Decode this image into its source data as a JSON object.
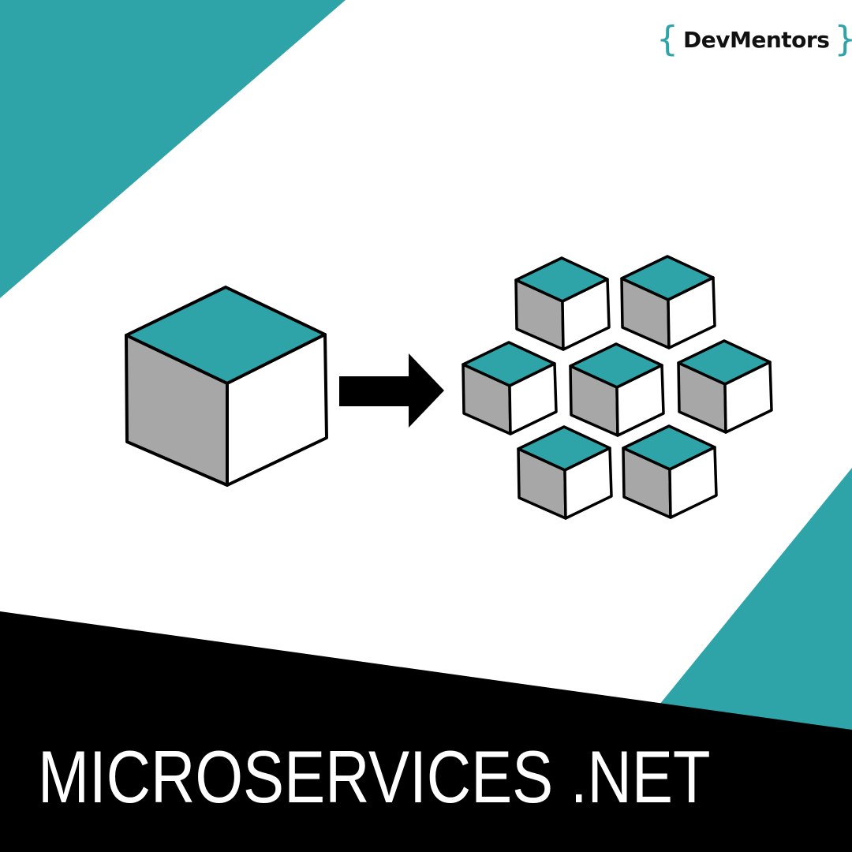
{
  "colors": {
    "teal": "#2EA4A9",
    "black": "#000000",
    "white": "#FFFFFF",
    "cube_side_gray": "#A7A7A8"
  },
  "logo": {
    "open_brace": "{",
    "text": "DevMentors",
    "close_brace": "}"
  },
  "title": "MICROSERVICES .NET",
  "diagram": {
    "monolith_label": "monolith-cube",
    "arrow_label": "arrow-right",
    "microservice_count": 7
  }
}
